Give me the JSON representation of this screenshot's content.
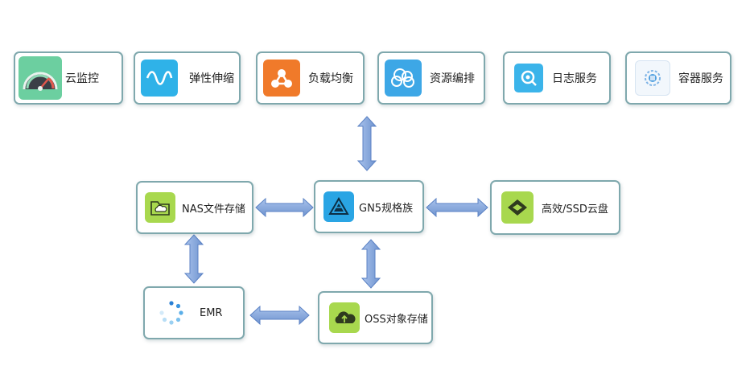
{
  "services": {
    "cloud_monitor": "云监控",
    "auto_scaling": "弹性伸缩",
    "load_balancer": "负载均衡",
    "resource_orchestration": "资源编排",
    "log_service": "日志服务",
    "container_service": "容器服务"
  },
  "nodes": {
    "nas": "NAS文件存储",
    "gn5": "GN5规格族",
    "ssd": "高效/SSD云盘",
    "emr": "EMR",
    "oss": "OSS对象存储"
  },
  "colors": {
    "border": "#7fa8ad",
    "arrow": "#7b9fd6",
    "arrow_stroke": "#5b82c4",
    "monitor_icon": "#5fbf8f",
    "scaling_icon": "#2fb2e8",
    "slb_icon": "#f07a2a",
    "ros_icon": "#3da7e6",
    "log_icon": "#3bb4ea",
    "container_icon": "#4e9fe0",
    "storage_icon": "#a8d84e",
    "gn5_icon": "#2aa5e4"
  },
  "icons": {
    "cloud_monitor": "gauge-icon",
    "auto_scaling": "wave-icon",
    "load_balancer": "network-node-icon",
    "resource_orchestration": "cloud-orchestration-icon",
    "log_service": "search-log-icon",
    "container_service": "gear-container-icon",
    "nas": "folder-cloud-icon",
    "gn5": "gpu-pyramid-icon",
    "ssd": "disk-icon",
    "emr": "dots-circle-icon",
    "oss": "cloud-upload-icon"
  }
}
